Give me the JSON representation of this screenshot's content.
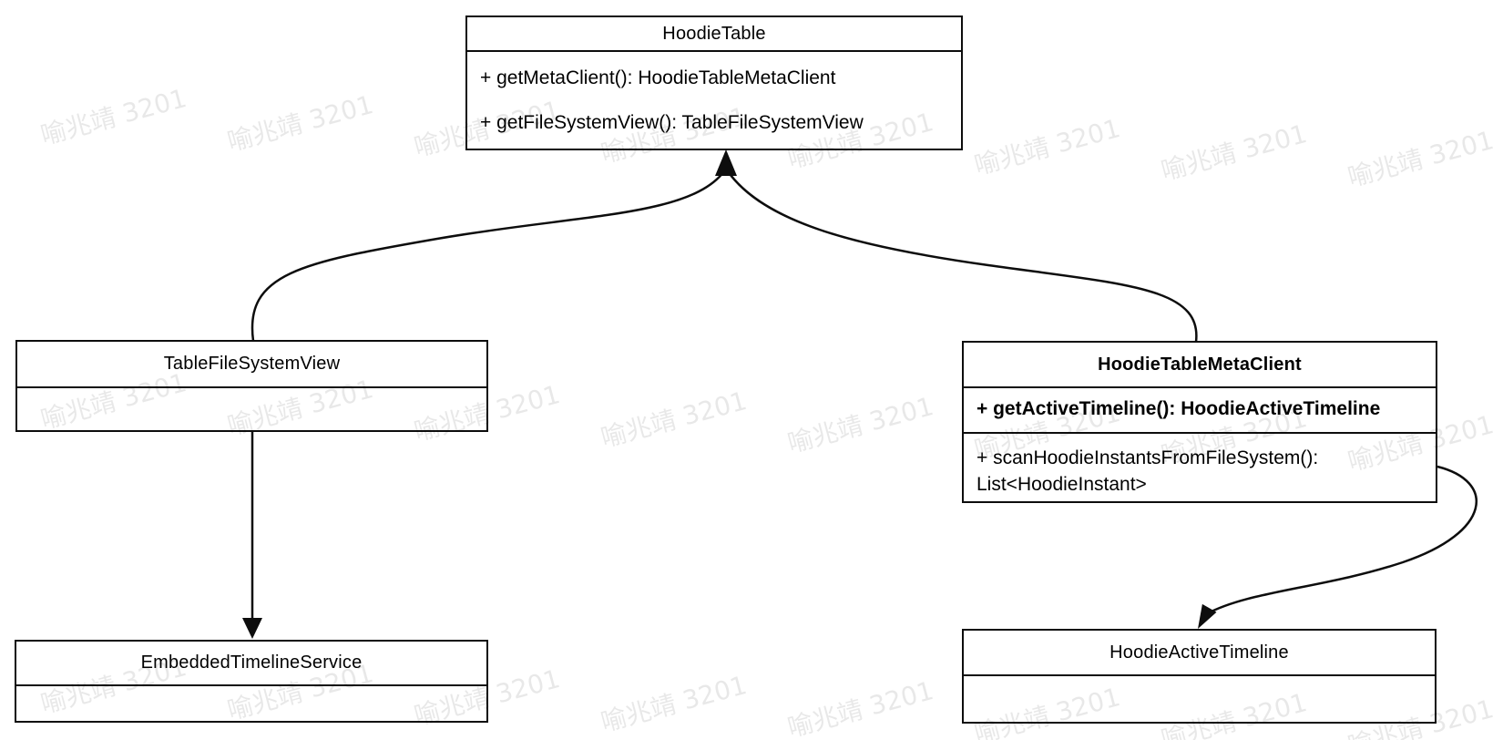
{
  "watermark": {
    "text": "喻兆靖 3201"
  },
  "diagram": {
    "classes": [
      {
        "id": "HoodieTable",
        "title": "HoodieTable",
        "compartments": [
          {
            "lines": [
              {
                "text": "+ getMetaClient(): HoodieTableMetaClient"
              },
              {
                "text": "+ getFileSystemView(): TableFileSystemView"
              }
            ]
          }
        ]
      },
      {
        "id": "TableFileSystemView",
        "title": "TableFileSystemView",
        "compartments": [
          {
            "lines": []
          }
        ]
      },
      {
        "id": "HoodieTableMetaClient",
        "title": "HoodieTableMetaClient",
        "compartments": [
          {
            "lines": [
              {
                "text": "+ getActiveTimeline(): HoodieActiveTimeline",
                "bold": true
              }
            ]
          },
          {
            "lines": [
              {
                "text": "+ scanHoodieInstantsFromFileSystem(): List<HoodieInstant>"
              }
            ]
          }
        ]
      },
      {
        "id": "EmbeddedTimelineService",
        "title": "EmbeddedTimelineService",
        "compartments": [
          {
            "lines": []
          }
        ]
      },
      {
        "id": "HoodieActiveTimeline",
        "title": "HoodieActiveTimeline",
        "compartments": [
          {
            "lines": []
          }
        ]
      }
    ],
    "relations": [
      {
        "from": "TableFileSystemView",
        "to": "HoodieTable",
        "arrowhead": "filled-triangle"
      },
      {
        "from": "HoodieTableMetaClient",
        "to": "HoodieTable",
        "arrowhead": "filled-triangle"
      },
      {
        "from": "TableFileSystemView",
        "to": "EmbeddedTimelineService",
        "arrowhead": "filled-triangle"
      },
      {
        "from": "HoodieTableMetaClient",
        "to": "HoodieActiveTimeline",
        "arrowhead": "filled-triangle"
      }
    ],
    "line_color": "#0d0d0d"
  }
}
